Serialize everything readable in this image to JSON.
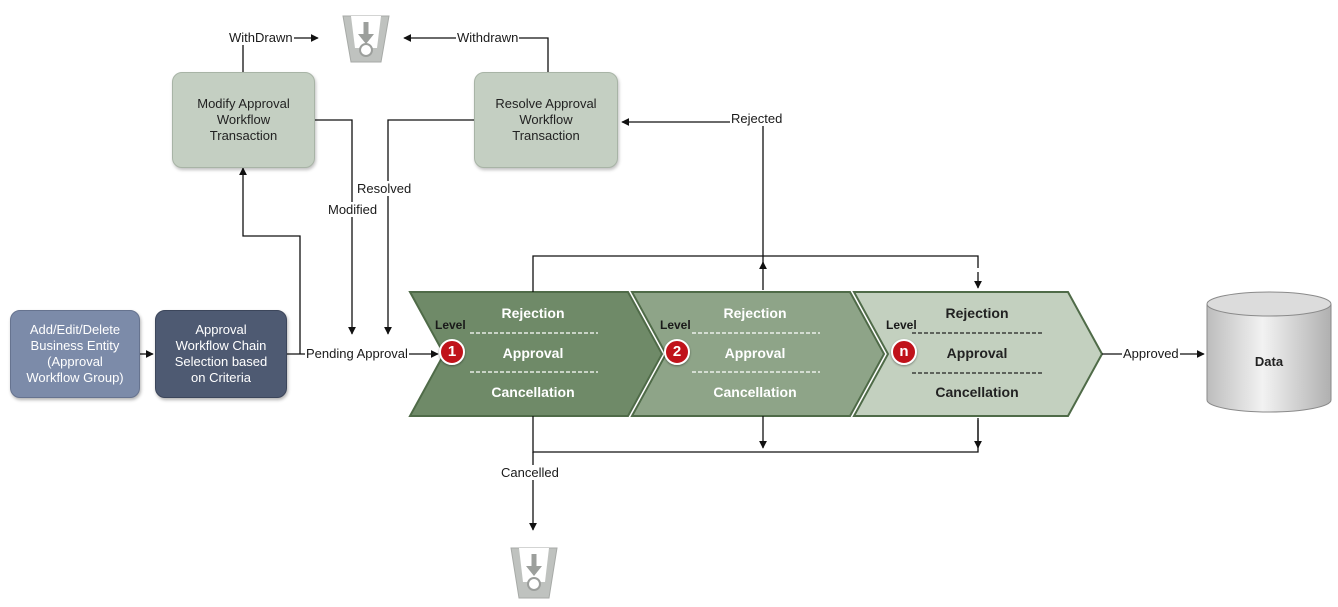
{
  "nodes": {
    "add_edit_delete": "Add/Edit/Delete\nBusiness Entity\n(Approval\nWorkflow Group)",
    "chain_selection": "Approval\nWorkflow Chain\nSelection based\non Criteria",
    "modify": "Modify Approval\nWorkflow\nTransaction",
    "resolve": "Resolve Approval\nWorkflow\nTransaction",
    "data": "Data"
  },
  "stages": [
    {
      "level_label": "Level",
      "level": "1",
      "rejection": "Rejection",
      "approval": "Approval",
      "cancellation": "Cancellation"
    },
    {
      "level_label": "Level",
      "level": "2",
      "rejection": "Rejection",
      "approval": "Approval",
      "cancellation": "Cancellation"
    },
    {
      "level_label": "Level",
      "level": "n",
      "rejection": "Rejection",
      "approval": "Approval",
      "cancellation": "Cancellation"
    }
  ],
  "edges": {
    "withdrawn_modify": "WithDrawn",
    "withdrawn_resolve": "Withdrawn",
    "rejected": "Rejected",
    "resolved": "Resolved",
    "modified": "Modified",
    "pending_approval": "Pending Approval",
    "approved": "Approved",
    "cancelled": "Cancelled"
  },
  "icons": [
    "recycle-bin-icon",
    "recycle-bin-icon"
  ],
  "colors": {
    "stage1": "#6f8a68",
    "stage2": "#8ea488",
    "stage3": "#c3d0bf",
    "stage_border": "#4f6b48",
    "badge": "#c0121a",
    "process_box": "#c4cfc2",
    "entity_box": "#7c8ba9",
    "chain_box": "#4e5a72",
    "icon": "#b9bcb9"
  }
}
